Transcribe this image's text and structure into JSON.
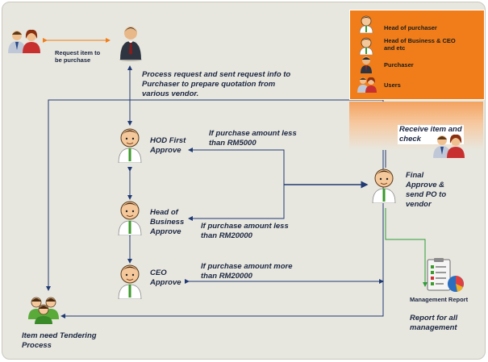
{
  "legend": {
    "items": [
      {
        "label": "Head of purchaser"
      },
      {
        "label": "Head of Business & CEO\nand etc"
      },
      {
        "label": "Purchaser"
      },
      {
        "label": "Users"
      }
    ]
  },
  "nodes": {
    "request_label": "Request item to\nbe purchase",
    "process_label": "Process request and sent request info to\nPurchaser to prepare quotation from\nvarious vendor.",
    "hod_label": "HOD First\nApprove",
    "head_business_label": "Head of\nBusiness\nApprove",
    "ceo_label": "CEO\nApprove",
    "final_label": "Final\nApprove &\nsend PO to\nvendor",
    "receive_label": "Receive item and\ncheck",
    "tender_label": "Item need Tendering\nProcess",
    "report_title": "Management Report",
    "report_label": "Report for all\nmanagement"
  },
  "conditions": {
    "less_5000": "If  purchase amount less\nthan RM5000",
    "less_20000": "If  purchase amount less\nthan RM20000",
    "more_20000": "If  purchase amount more\nthan RM20000"
  },
  "colors": {
    "legend_bg": "#f07d19",
    "arrow_blue": "#1f3a74",
    "arrow_orange": "#f07d19",
    "arrow_green": "#2e9e3a",
    "background": "#e8e7df"
  }
}
